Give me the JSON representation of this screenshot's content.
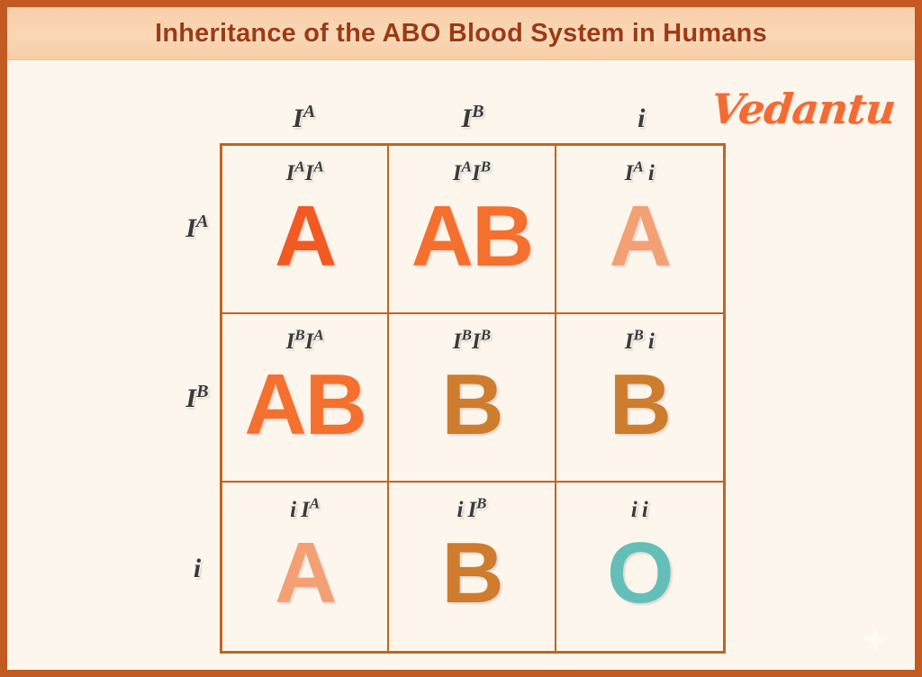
{
  "title": "Inheritance of the ABO Blood System in Humans",
  "brand": "Vedantu",
  "colors": {
    "frame": "#C25A21",
    "banner_bg": "#F8CFA9",
    "title_text": "#9E3A12",
    "page_bg": "#FDF6EC",
    "grid_line": "#C2641F",
    "label_text": "#3A3A3A",
    "brand": "#F26B35",
    "phenotype_a_strong": "#F15A22",
    "phenotype_ab": "#F4702F",
    "phenotype_a_light": "#F2A074",
    "phenotype_b": "#CE7C2E",
    "phenotype_o": "#63BFB8"
  },
  "punnett": {
    "column_headers": [
      {
        "base": "I",
        "sup": "A",
        "text": "IA"
      },
      {
        "base": "I",
        "sup": "B",
        "text": "IB"
      },
      {
        "base": "i",
        "sup": "",
        "text": "i"
      }
    ],
    "row_headers": [
      {
        "base": "I",
        "sup": "A",
        "text": "IA"
      },
      {
        "base": "I",
        "sup": "B",
        "text": "IB"
      },
      {
        "base": "i",
        "sup": "",
        "text": "i"
      }
    ],
    "cells": [
      {
        "genotype_parts": [
          {
            "base": "I",
            "sup": "A"
          },
          {
            "base": "I",
            "sup": "A"
          }
        ],
        "genotype": "IAIA",
        "phenotype": "A",
        "color": "#F15A22"
      },
      {
        "genotype_parts": [
          {
            "base": "I",
            "sup": "A"
          },
          {
            "base": "I",
            "sup": "B"
          }
        ],
        "genotype": "IAIB",
        "phenotype": "AB",
        "color": "#F4702F"
      },
      {
        "genotype_parts": [
          {
            "base": "I",
            "sup": "A"
          },
          {
            "base": "i",
            "sup": ""
          }
        ],
        "genotype": "IAi",
        "phenotype": "A",
        "color": "#F2A074"
      },
      {
        "genotype_parts": [
          {
            "base": "I",
            "sup": "B"
          },
          {
            "base": "I",
            "sup": "A"
          }
        ],
        "genotype": "IBIA",
        "phenotype": "AB",
        "color": "#F4702F"
      },
      {
        "genotype_parts": [
          {
            "base": "I",
            "sup": "B"
          },
          {
            "base": "I",
            "sup": "B"
          }
        ],
        "genotype": "IBIB",
        "phenotype": "B",
        "color": "#CE7C2E"
      },
      {
        "genotype_parts": [
          {
            "base": "I",
            "sup": "B"
          },
          {
            "base": "i",
            "sup": ""
          }
        ],
        "genotype": "IBi",
        "phenotype": "B",
        "color": "#CE7C2E"
      },
      {
        "genotype_parts": [
          {
            "base": "i",
            "sup": ""
          },
          {
            "base": "I",
            "sup": "A"
          }
        ],
        "genotype": "i IA",
        "phenotype": "A",
        "color": "#F2A074"
      },
      {
        "genotype_parts": [
          {
            "base": "i",
            "sup": ""
          },
          {
            "base": "I",
            "sup": "B"
          }
        ],
        "genotype": "i IB",
        "phenotype": "B",
        "color": "#CE7C2E"
      },
      {
        "genotype_parts": [
          {
            "base": "i",
            "sup": ""
          },
          {
            "base": "i",
            "sup": ""
          }
        ],
        "genotype": "i i",
        "phenotype": "O",
        "color": "#63BFB8"
      }
    ]
  }
}
